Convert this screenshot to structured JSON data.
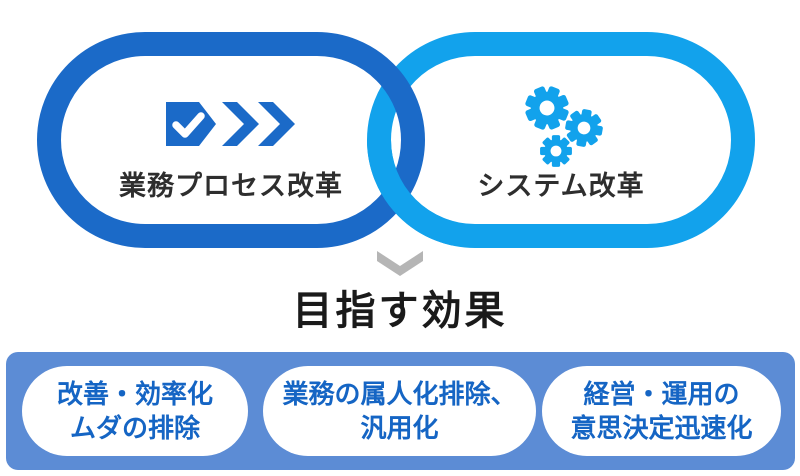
{
  "colors": {
    "dark_blue": "#1B6AC8",
    "light_blue": "#12A2EC",
    "banner_blue": "#5C8CD5",
    "pill_text": "#1565C4",
    "label_text": "#2E2E2E",
    "title_text": "#1A1A1A",
    "chevron_gray": "#B5B5B5",
    "pill_bg": "#FFFFFF"
  },
  "venn": {
    "left": {
      "label": "業務プロセス改革",
      "icon": "arrow-check-icon"
    },
    "right": {
      "label": "システム改革",
      "icon": "gears-icon"
    }
  },
  "connector": {
    "icon": "chevron-down-icon"
  },
  "title": "目指す効果",
  "banner": {
    "pills": [
      {
        "line1": "改善・効率化",
        "line2": "ムダの排除"
      },
      {
        "line1": "業務の属人化排除、",
        "line2": "汎用化"
      },
      {
        "line1": "経営・運用の",
        "line2": "意思決定迅速化"
      }
    ]
  }
}
